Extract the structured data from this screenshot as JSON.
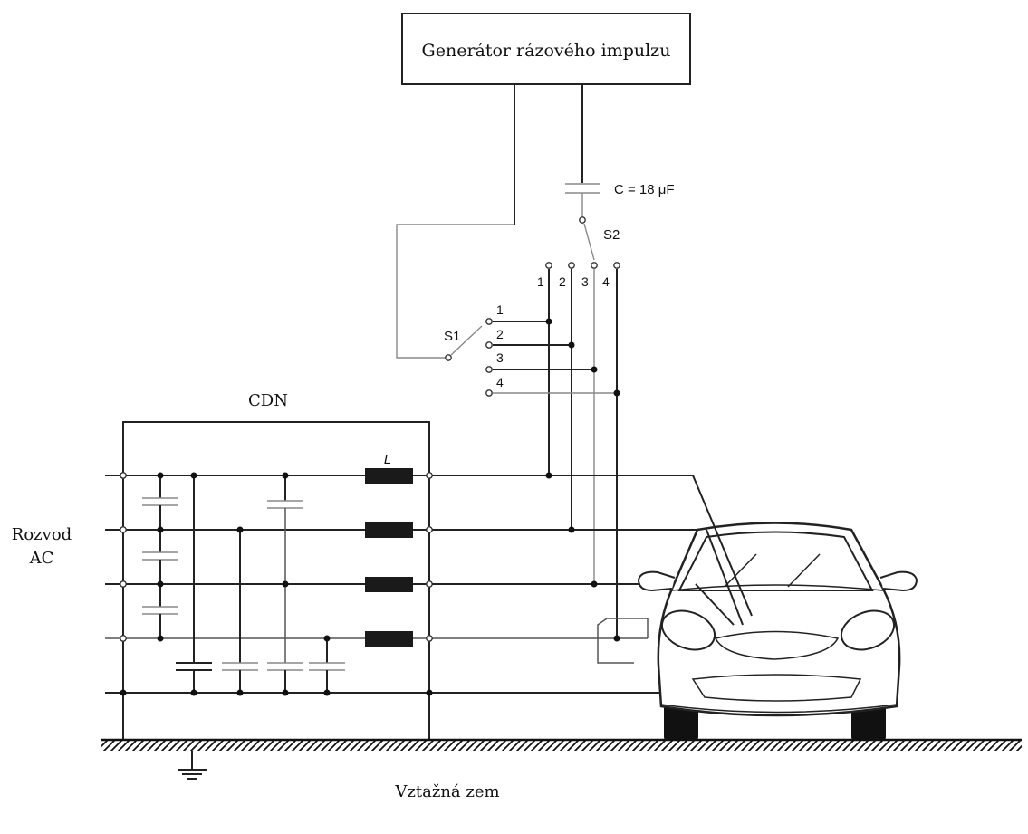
{
  "labels": {
    "generator": "Generátor rázového impulzu",
    "capacitor": "C = 18 μF",
    "switch_s2": "S2",
    "switch_s1": "S1",
    "cdn": "CDN",
    "inductor": "L",
    "supply": "Rozvod",
    "supply2": "AC",
    "ground": "Vztažná zem"
  },
  "s2_terminals": [
    "1",
    "2",
    "3",
    "4"
  ],
  "s1_terminals": [
    "1",
    "2",
    "3",
    "4"
  ]
}
